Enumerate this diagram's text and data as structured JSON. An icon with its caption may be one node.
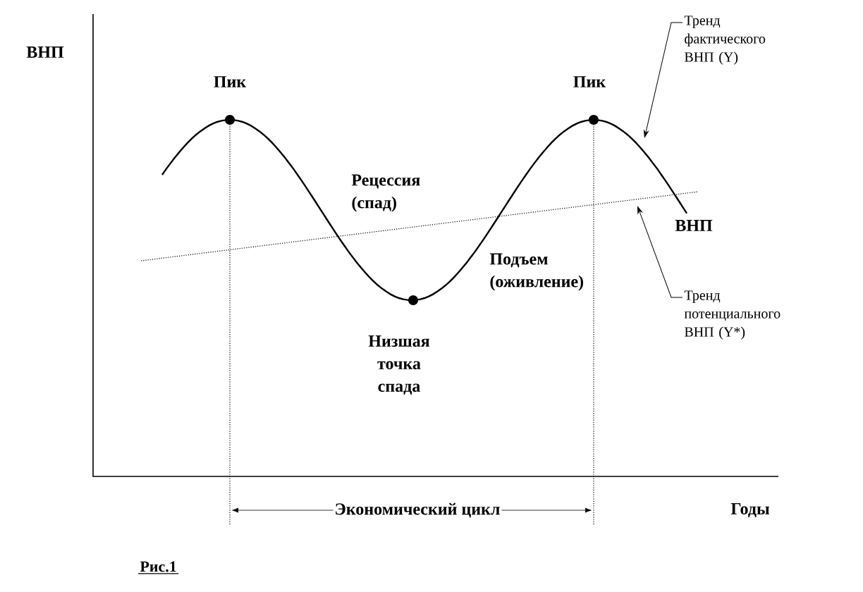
{
  "diagram": {
    "caption": "Рис.1",
    "nodes": [
      {
        "text": [
          "Тренд фактического ВНП (Y)"
        ]
      },
      {
        "text": [
          "Тренд потенциального ВНП (Y*)"
        ]
      }
    ],
    "edges": [
      {
        "from": 0,
        "to": null,
        "arrow": "to"
      },
      {
        "from": 1,
        "to": null,
        "arrow": "to"
      }
    ],
    "labels": [
      "ВНП",
      "Пик",
      "Пик",
      "Рецессия (спад)",
      "ВНП",
      "Подъем (оживление)",
      "Низшая точка спада",
      "Экономический цикл",
      "Годы"
    ]
  }
}
